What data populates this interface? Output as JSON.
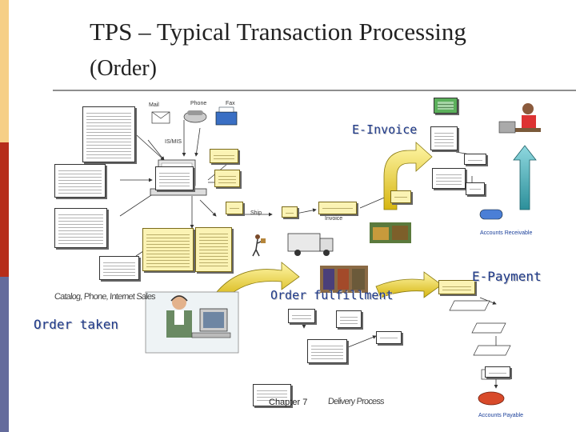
{
  "slide": {
    "title_line1": "TPS – Typical Transaction Processing",
    "title_line2": "(Order)",
    "footer": "Chapter 7"
  },
  "callouts": {
    "e_invoice": "E-Invoice",
    "e_payment": "E-Payment",
    "order_fulfillment": "Order fulfillment",
    "order_taken": "Order taken"
  },
  "small_labels": {
    "catalog_phone_internet_sales": "Catalog, Phone, Internet Sales",
    "delivery_process": "Delivery Process",
    "accounts_receivable": "Accounts Receivable",
    "accounts_payable": "Accounts Payable",
    "fax": "Fax",
    "phone": "Phone",
    "mail": "Mail",
    "ship": "Ship",
    "invoice": "Invoice",
    "information_systems": "IS/MIS"
  },
  "colors": {
    "sidebar_top": "#f6cf86",
    "sidebar_middle": "#b62d1a",
    "sidebar_bottom": "#646b9c",
    "callout_text": "#1f3a8a",
    "arrow_fill": "#e4d21a",
    "arrow_teal": "#2c8f9a"
  }
}
